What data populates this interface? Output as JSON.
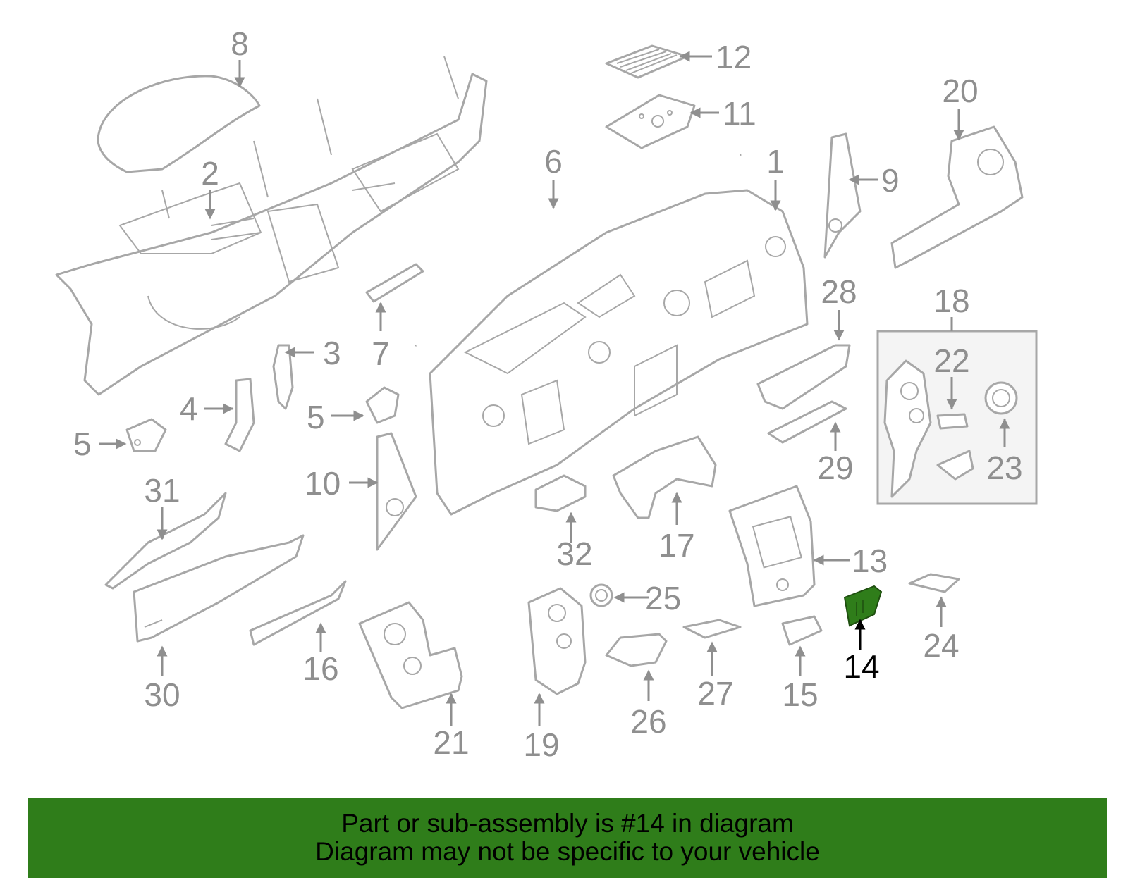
{
  "callouts": [
    "8",
    "2",
    "12",
    "11",
    "6",
    "1",
    "9",
    "20",
    "3",
    "7",
    "28",
    "18",
    "22",
    "4",
    "5",
    "5",
    "29",
    "23",
    "10",
    "31",
    "17",
    "32",
    "13",
    "25",
    "30",
    "16",
    "21",
    "19",
    "26",
    "27",
    "15",
    "14",
    "24"
  ],
  "highlight": {
    "part": "14",
    "color": "#2f7d1a"
  },
  "banner": {
    "line1": "Part or sub-assembly is #14 in diagram",
    "line2": "Diagram may not be specific to your vehicle",
    "background": "#2f7d1a"
  },
  "colors": {
    "line": "#a7a7a7",
    "label": "#8f8f8f",
    "highlight_label": "#000000"
  }
}
